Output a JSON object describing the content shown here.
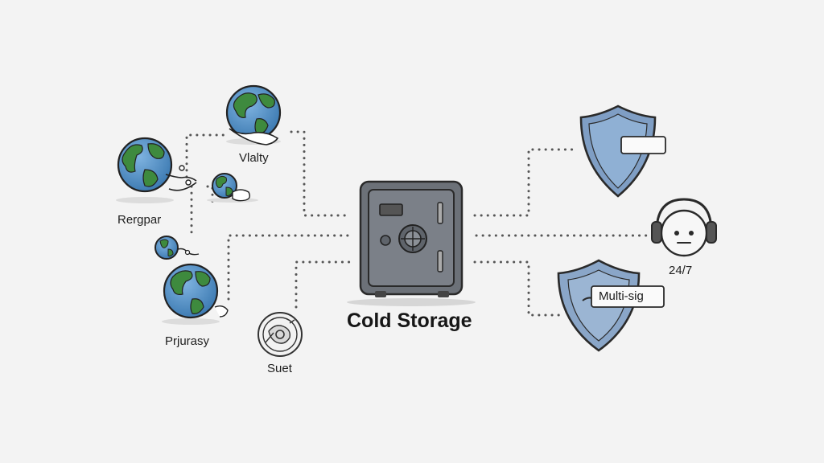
{
  "diagram": {
    "center": {
      "label": "Cold Storage",
      "icon": "safe-icon"
    },
    "left_nodes": [
      {
        "label": "Vlalty",
        "icon": "globe-icon"
      },
      {
        "label": "Rergpar",
        "icon": "globe-icon"
      },
      {
        "label": "Prjurasy",
        "icon": "globe-icon"
      },
      {
        "label": "Suet",
        "icon": "coin-icon"
      }
    ],
    "right_nodes": [
      {
        "label": "",
        "icon": "shield-icon"
      },
      {
        "label": "24/7",
        "icon": "support-headset-icon"
      },
      {
        "label": "Multi-sig",
        "icon": "shield-icon"
      }
    ]
  },
  "colors": {
    "background": "#f3f3f3",
    "ocean": "#4f90c6",
    "land": "#3e8a3e",
    "safe_body": "#6c7178",
    "shield_fill": "#7f9ec4",
    "connector": "#555555"
  }
}
